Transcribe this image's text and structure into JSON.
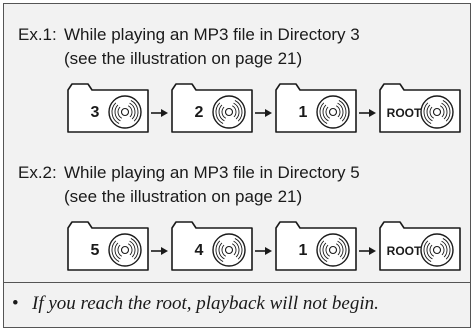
{
  "examples": [
    {
      "label": "Ex.1:",
      "title": "While playing an MP3 file in Directory 3",
      "subtitle": "(see the illustration on page 21)",
      "folders": [
        "3",
        "2",
        "1",
        "ROOT"
      ],
      "disc_icon": "cd-disc-icon",
      "arrow_icon": "right-arrow-icon"
    },
    {
      "label": "Ex.2:",
      "title": "While playing an MP3 file in Directory 5",
      "subtitle": "(see the illustration on page 21)",
      "folders": [
        "5",
        "4",
        "1",
        "ROOT"
      ],
      "disc_icon": "cd-disc-icon",
      "arrow_icon": "right-arrow-icon"
    }
  ],
  "note": {
    "bullet": "•",
    "text": "If you reach the root, playback will not begin."
  },
  "colors": {
    "panel": "#f2f2f2",
    "border": "#555555",
    "folder_fill": "#ffffff",
    "ink": "#1a1a1a"
  }
}
